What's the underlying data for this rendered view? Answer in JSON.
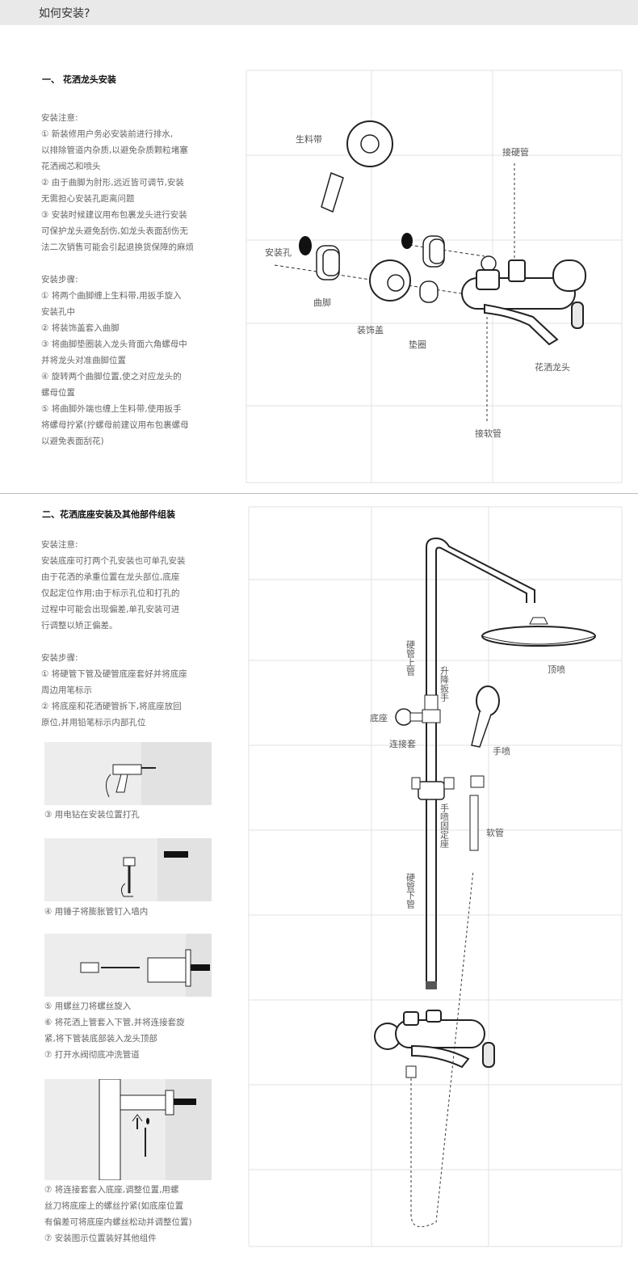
{
  "header": {
    "title": "如何安装?"
  },
  "section1": {
    "title": "一、  花洒龙头安装",
    "notes_heading": "安装注意:",
    "notes": [
      "① 新装修用户务必安装前进行排水,",
      "以排除管道内杂质,以避免杂质颗粒堵塞",
      "花洒阀芯和喷头",
      "② 由于曲脚为肘形,远近皆可调节,安装",
      "无需担心安装孔距离问题",
      "③ 安装时候建议用布包裹龙头进行安装",
      "可保护龙头避免刮伤,如龙头表面刮伤无",
      "法二次销售可能会引起退换货保障的麻烦"
    ],
    "steps_heading": "安装步骤:",
    "steps": [
      "① 将两个曲脚缠上生料带,用扳手旋入",
      "安装孔中",
      "② 将装饰盖套入曲脚",
      "③ 将曲脚垫圈装入龙头背面六角螺母中",
      "并将龙头对准曲脚位置",
      "④ 旋转两个曲脚位置,使之对应龙头的",
      "螺母位置",
      "⑤ 将曲脚外端也缠上生料带,使用扳手",
      "将螺母拧紧(拧螺母前建议用布包裹螺母",
      "以避免表面刮花)"
    ],
    "diagram_labels": {
      "tape": "生料带",
      "hard_pipe": "接硬管",
      "hole": "安装孔",
      "elbow": "曲脚",
      "cover": "装饰盖",
      "gasket": "垫圈",
      "faucet": "花洒龙头",
      "soft_pipe": "接软管"
    }
  },
  "section2": {
    "title": "二、花洒底座安装及其他部件组装",
    "notes_heading": "安装注意:",
    "notes": [
      "安装底座可打两个孔安装也可单孔安装",
      "由于花洒的承重位置在龙头部位,底座",
      "仅起定位作用;由于标示孔位和打孔的",
      "过程中可能会出现偏差,单孔安装可进",
      "行调整以矫正偏差。"
    ],
    "steps_heading": "安装步骤:",
    "steps": [
      "① 将硬管下管及硬管底座套好并将底座",
      "周边用笔标示",
      "② 将底座和花洒硬管拆下,将底座放回",
      "原位,并用铅笔标示内部孔位"
    ],
    "captions": {
      "drill": "③ 用电钻在安装位置打孔",
      "hammer": "④ 用锤子将膨胀管钉入墙内",
      "screw": [
        "⑤ 用螺丝刀将螺丝旋入",
        "⑥ 将花洒上管套入下管,并将连接套旋",
        "紧,将下管装底部装入龙头顶部",
        "⑦ 打开水阀彻底冲洗管道"
      ],
      "base": [
        "⑦ 将连接套套入底座,调整位置,用螺",
        "丝刀将底座上的螺丝拧紧(如底座位置",
        "有偏差可将底座内螺丝松动并调整位置)",
        "⑦ 安装图示位置装好其他组件"
      ]
    },
    "diagram_labels": {
      "upper_pipe": "硬管上管",
      "lift_wrench": "升降扳手",
      "top_spray": "顶喷",
      "base": "底座",
      "connector": "连接套",
      "hand_spray": "手喷",
      "holder": "手喷固定座",
      "hose": "软管",
      "lower_pipe": "硬管下管"
    }
  }
}
